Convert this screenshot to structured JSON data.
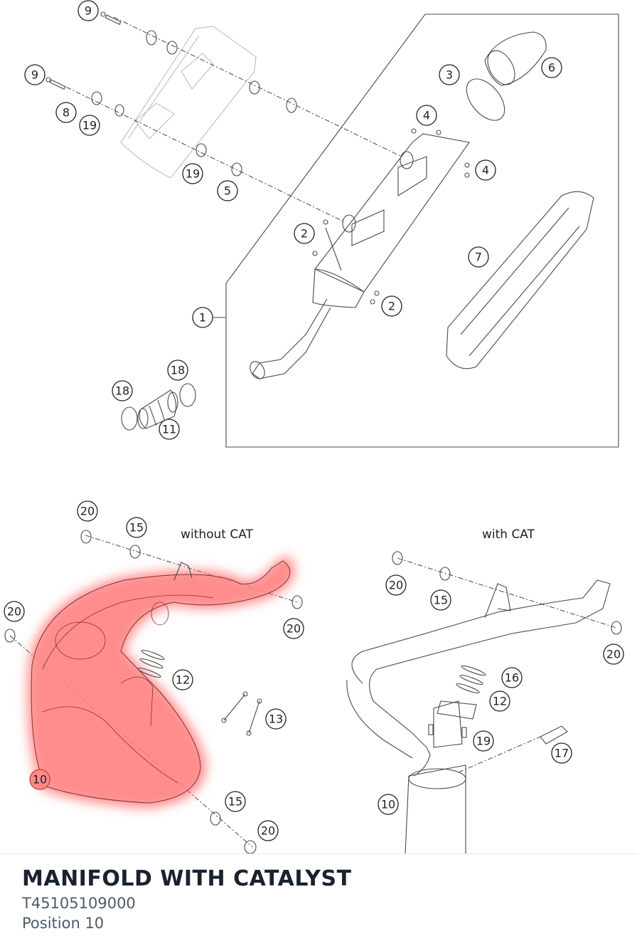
{
  "diagram": {
    "captions": {
      "without_cat": "without CAT",
      "with_cat": "with CAT"
    },
    "callouts": {
      "c9a": "9",
      "c9b": "9",
      "c8": "8",
      "c19a": "19",
      "c19b": "19",
      "c5": "5",
      "c3": "3",
      "c6": "6",
      "c4a": "4",
      "c4b": "4",
      "c2a": "2",
      "c2b": "2",
      "c7": "7",
      "c1": "1",
      "c18a": "18",
      "c18b": "18",
      "c11": "11",
      "c20a": "20",
      "c15a": "15",
      "c20b": "20",
      "c20c": "20",
      "c12a": "12",
      "c13": "13",
      "c10a": "10",
      "c15b": "15",
      "c20d": "20",
      "c20e": "20",
      "c15c": "15",
      "c20f": "20",
      "c16": "16",
      "c12b": "12",
      "c19c": "19",
      "c17": "17",
      "c10b": "10"
    },
    "highlight_color": "#ff6b6b"
  },
  "part": {
    "name": "MANIFOLD WITH CATALYST",
    "number": "T45105109000",
    "position": "Position 10"
  }
}
